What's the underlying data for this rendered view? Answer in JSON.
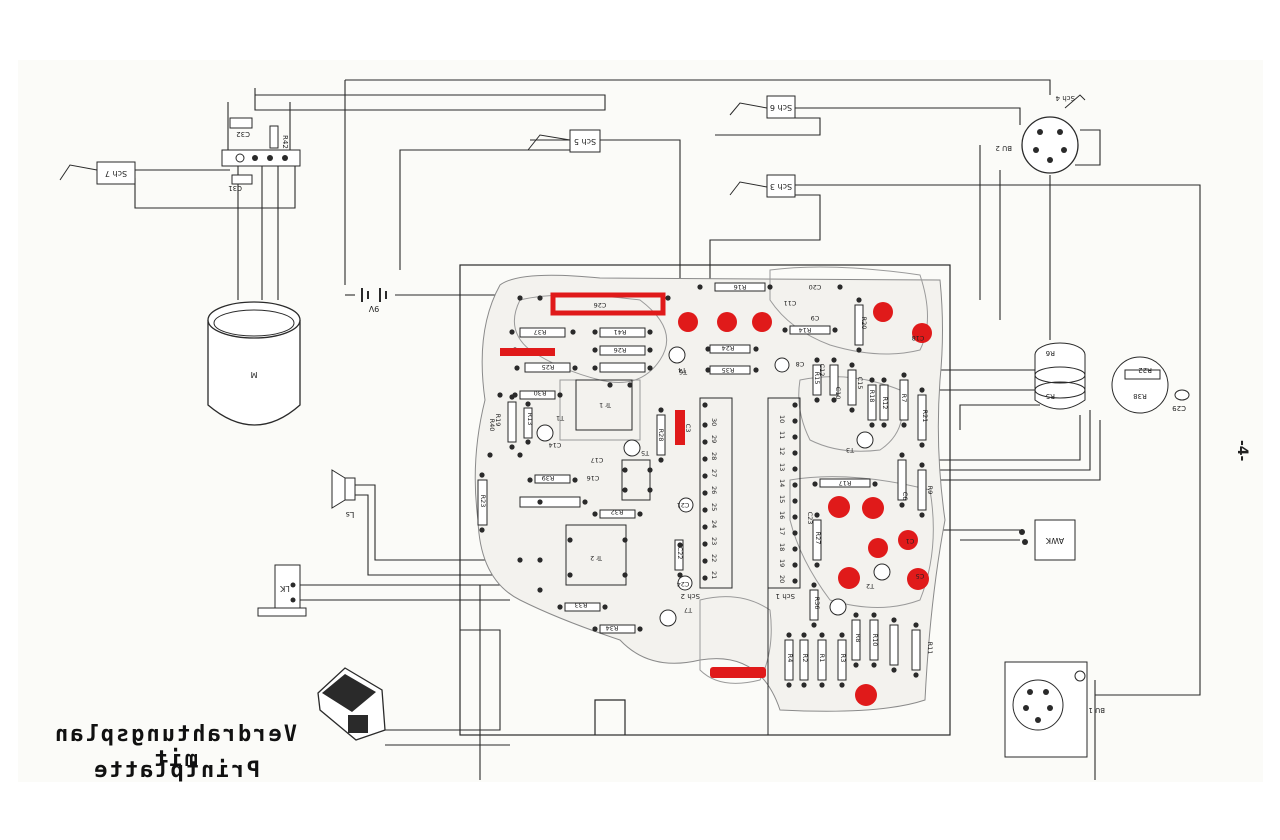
{
  "caption": {
    "line1": "Verdrahtungsplan mit",
    "line2": "Printplatte"
  },
  "page_marker": "-4-",
  "switches": [
    "Sch 1",
    "Sch 2",
    "Sch 3",
    "Sch 4",
    "Sch 5",
    "Sch 6",
    "Sch 7"
  ],
  "off_board": {
    "motor": "M",
    "battery": "9V",
    "speaker": "Ls",
    "jack": "LK",
    "socket_bu1": "BU 1",
    "socket_bu2": "BU 2",
    "awk": "AWK",
    "r6": "R6",
    "r5": "R5",
    "r22": "R22",
    "r38": "R38",
    "c29": "C29",
    "c31": "C31",
    "c32": "C32",
    "r42": "R42"
  },
  "board_labels": {
    "c26": "C26",
    "r37": "R37",
    "r41": "R41",
    "r26": "R26",
    "r25": "R25",
    "r16": "R16",
    "c20": "C20",
    "c11": "C11",
    "c9": "C9",
    "r14": "R14",
    "r24": "R24",
    "r35": "R35",
    "c8": "C8",
    "r30": "R30",
    "c14": "C14",
    "c18": "C18",
    "c10": "C10",
    "c16": "C16",
    "c17": "C17",
    "tr1": "Tr 1",
    "tr2": "Tr 2",
    "t1": "T1",
    "t2": "T2",
    "t3": "T3",
    "t4": "T4",
    "t5": "T5",
    "t6": "T6",
    "t7": "T7",
    "r19": "R19",
    "r13": "R13",
    "r20": "R20",
    "r21": "R21",
    "r40": "R40",
    "r28": "R28",
    "c3": "C3",
    "r17": "R17",
    "c15": "C15",
    "c12": "C12",
    "r15": "R15",
    "r18": "R18",
    "r12": "R12",
    "r7": "R7",
    "c5": "C5",
    "c1": "C1",
    "r9": "R9",
    "r10": "R10",
    "r11": "R11",
    "r8": "R8",
    "r4": "R4",
    "r2": "R2",
    "r1": "R1",
    "r3": "R3",
    "c6": "C6",
    "c21": "C21",
    "c22": "C22",
    "c23": "C23",
    "r23": "R23",
    "r33": "R33",
    "r39": "R39",
    "r34": "R34",
    "c24": "C24",
    "r36": "R36",
    "r27": "R27",
    "r32": "R32"
  },
  "pin_numbers": {
    "left": [
      "30",
      "29",
      "28",
      "27",
      "26",
      "25",
      "24",
      "23",
      "22",
      "21"
    ],
    "right": [
      "10",
      "11",
      "12",
      "13",
      "14",
      "15",
      "16",
      "17",
      "18",
      "19",
      "20"
    ]
  },
  "colors": {
    "ink": "#2a2a2a",
    "trace_fill": "#f3f2ee",
    "trace_stroke": "#8a8a8a",
    "highlight": "#e01a1a"
  }
}
